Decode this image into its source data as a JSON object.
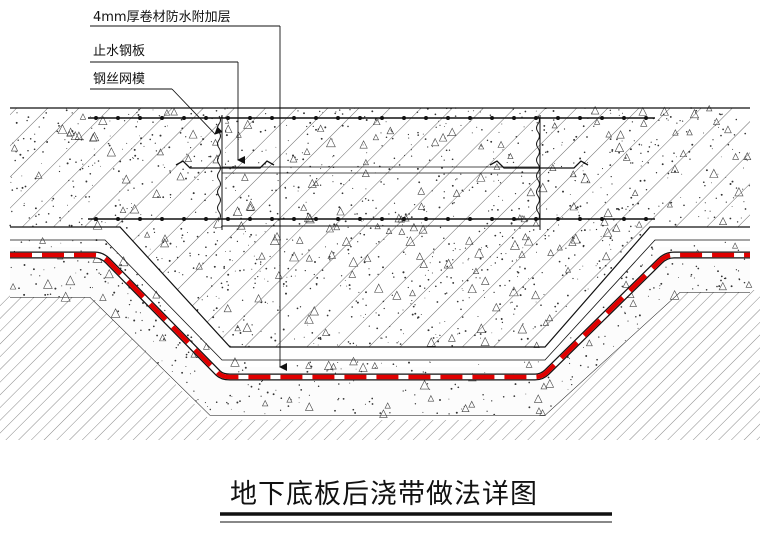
{
  "title": "地下底板后浇带做法详图",
  "labels": {
    "waterproof_layer": "4mm厚卷材防水附加层",
    "water_stop_plate": "止水钢板",
    "steel_mesh_form": "钢丝网模"
  },
  "colors": {
    "line": "#111111",
    "membrane_red": "#e00000",
    "background": "#ffffff"
  }
}
